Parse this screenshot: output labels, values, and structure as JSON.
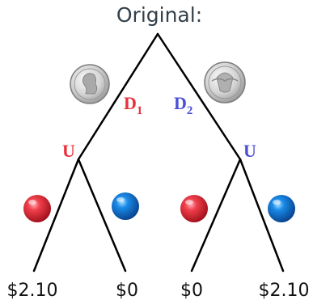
{
  "title": "Original:",
  "colors": {
    "red": "#e8323c",
    "blue": "#4a4fd6",
    "line": "#000000"
  },
  "branches": {
    "left": {
      "letter": "D",
      "sub": "1"
    },
    "right": {
      "letter": "D",
      "sub": "2"
    }
  },
  "nodes": {
    "left_label": "U",
    "right_label": "U"
  },
  "icons": [
    "quarter-coin-heads-icon",
    "quarter-coin-tails-icon",
    "red-marble-icon",
    "blue-marble-icon",
    "red-marble-icon",
    "blue-marble-icon"
  ],
  "payoffs": [
    "$2.10",
    "$0",
    "$0",
    "$2.10"
  ]
}
